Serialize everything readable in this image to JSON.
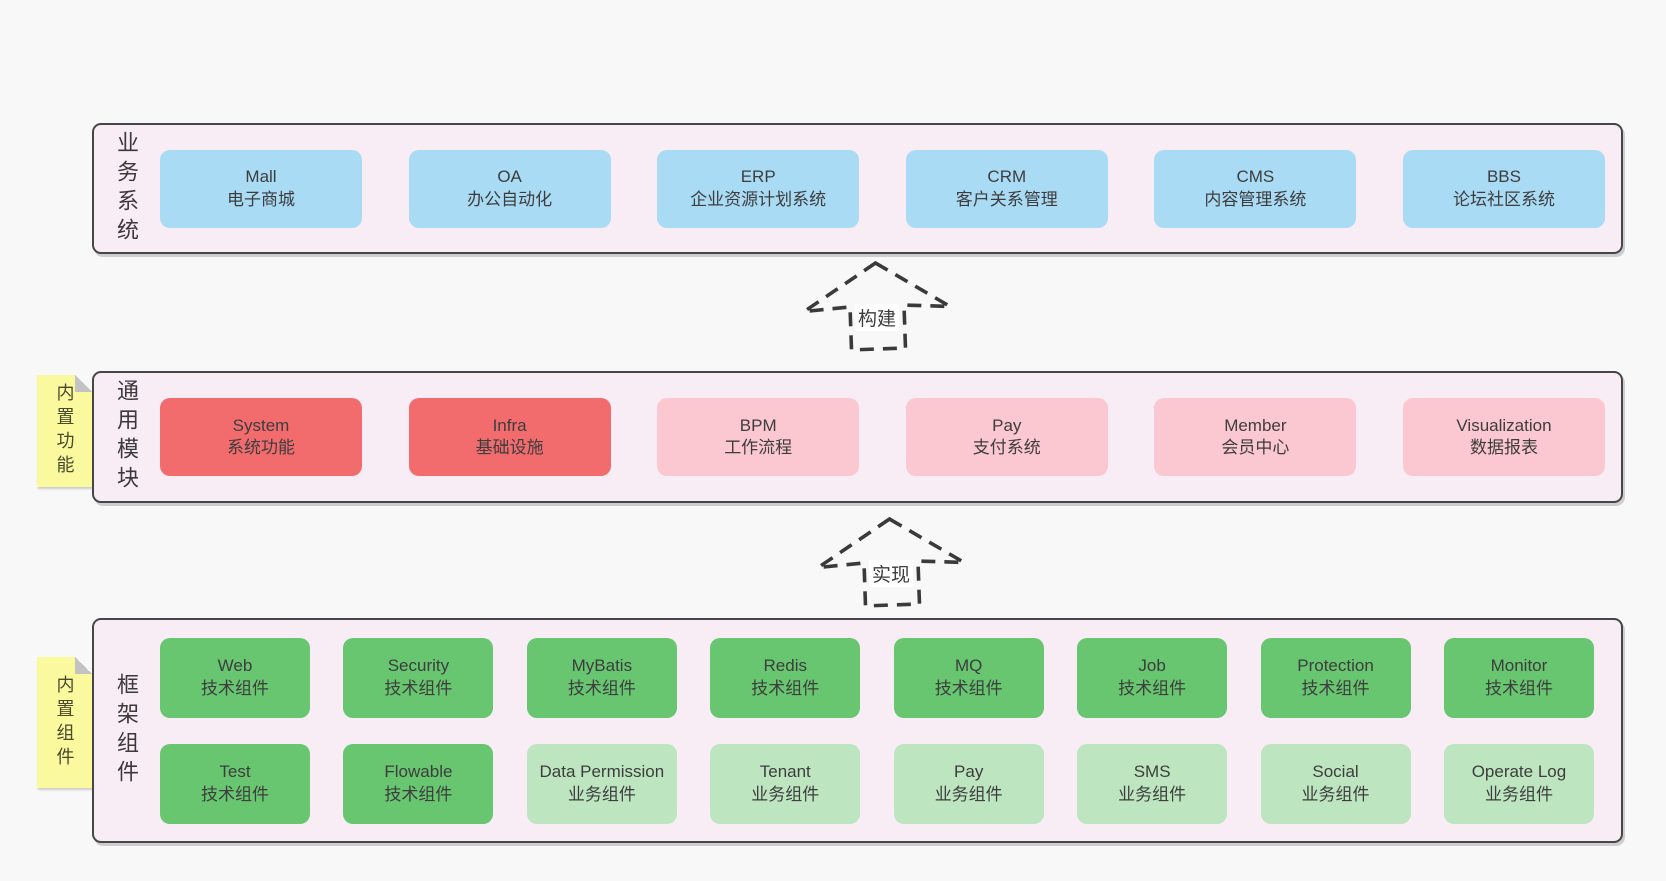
{
  "colors": {
    "page_background": "#f8f8f8",
    "panel_background": "#f8edf5",
    "panel_border": "#464646",
    "business_system_box": "#a9dbf5",
    "core_module_box": "#f26c6e",
    "optional_module_box": "#fbc7d1",
    "technical_component_box": "#67c66f",
    "business_component_box": "#bde6c0",
    "sticky_note": "#fbf99e",
    "text": "#3d3d3d"
  },
  "layers": {
    "business": {
      "label": "业务系统",
      "boxes": [
        {
          "name": "Mall",
          "subtitle": "电子商城"
        },
        {
          "name": "OA",
          "subtitle": "办公自动化"
        },
        {
          "name": "ERP",
          "subtitle": "企业资源计划系统"
        },
        {
          "name": "CRM",
          "subtitle": "客户关系管理"
        },
        {
          "name": "CMS",
          "subtitle": "内容管理系统"
        },
        {
          "name": "BBS",
          "subtitle": "论坛社区系统"
        }
      ]
    },
    "modules": {
      "label": "通用模块",
      "tab": "内置功能",
      "boxes": [
        {
          "name": "System",
          "subtitle": "系统功能"
        },
        {
          "name": "Infra",
          "subtitle": "基础设施"
        },
        {
          "name": "BPM",
          "subtitle": "工作流程"
        },
        {
          "name": "Pay",
          "subtitle": "支付系统"
        },
        {
          "name": "Member",
          "subtitle": "会员中心"
        },
        {
          "name": "Visualization",
          "subtitle": "数据报表"
        }
      ]
    },
    "components": {
      "label": "框架组件",
      "tab": "内置组件",
      "row1": [
        {
          "name": "Web",
          "subtitle": "技术组件"
        },
        {
          "name": "Security",
          "subtitle": "技术组件"
        },
        {
          "name": "MyBatis",
          "subtitle": "技术组件"
        },
        {
          "name": "Redis",
          "subtitle": "技术组件"
        },
        {
          "name": "MQ",
          "subtitle": "技术组件"
        },
        {
          "name": "Job",
          "subtitle": "技术组件"
        },
        {
          "name": "Protection",
          "subtitle": "技术组件"
        },
        {
          "name": "Monitor",
          "subtitle": "技术组件"
        }
      ],
      "row2": [
        {
          "name": "Test",
          "subtitle": "技术组件"
        },
        {
          "name": "Flowable",
          "subtitle": "技术组件"
        },
        {
          "name": "Data Permission",
          "subtitle": "业务组件"
        },
        {
          "name": "Tenant",
          "subtitle": "业务组件"
        },
        {
          "name": "Pay",
          "subtitle": "业务组件"
        },
        {
          "name": "SMS",
          "subtitle": "业务组件"
        },
        {
          "name": "Social",
          "subtitle": "业务组件"
        },
        {
          "name": "Operate Log",
          "subtitle": "业务组件"
        }
      ]
    }
  },
  "arrows": {
    "build": {
      "label": "构建"
    },
    "implement": {
      "label": "实现"
    }
  }
}
